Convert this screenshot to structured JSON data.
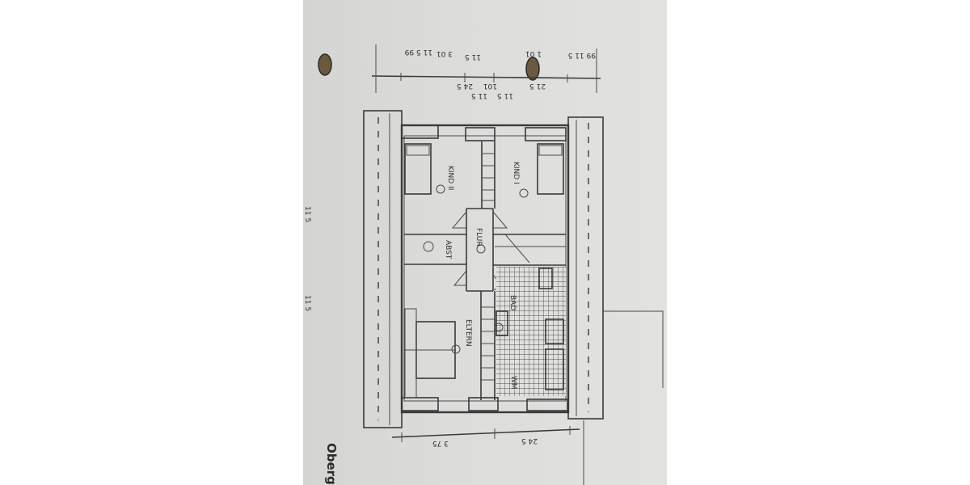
{
  "plan": {
    "floor_caption": "Oberg",
    "rooms": {
      "kind_1": "KIND I",
      "kind_2": "KIND II",
      "flur": "FLUR",
      "abst": "ABST",
      "bad": "BAD",
      "wm": "WM",
      "eltern": "ELTERN"
    },
    "dims_top_row1": [
      "11 5 99",
      "3 01",
      "11 5",
      "1 01",
      "99 11 5"
    ],
    "dims_top_row2": [
      "24 5",
      "11 5",
      "101",
      "11 5",
      "21 5"
    ],
    "dims_bottom": [
      "3 75",
      "24 5"
    ],
    "side_marks": [
      "11 5",
      "11 5"
    ]
  }
}
